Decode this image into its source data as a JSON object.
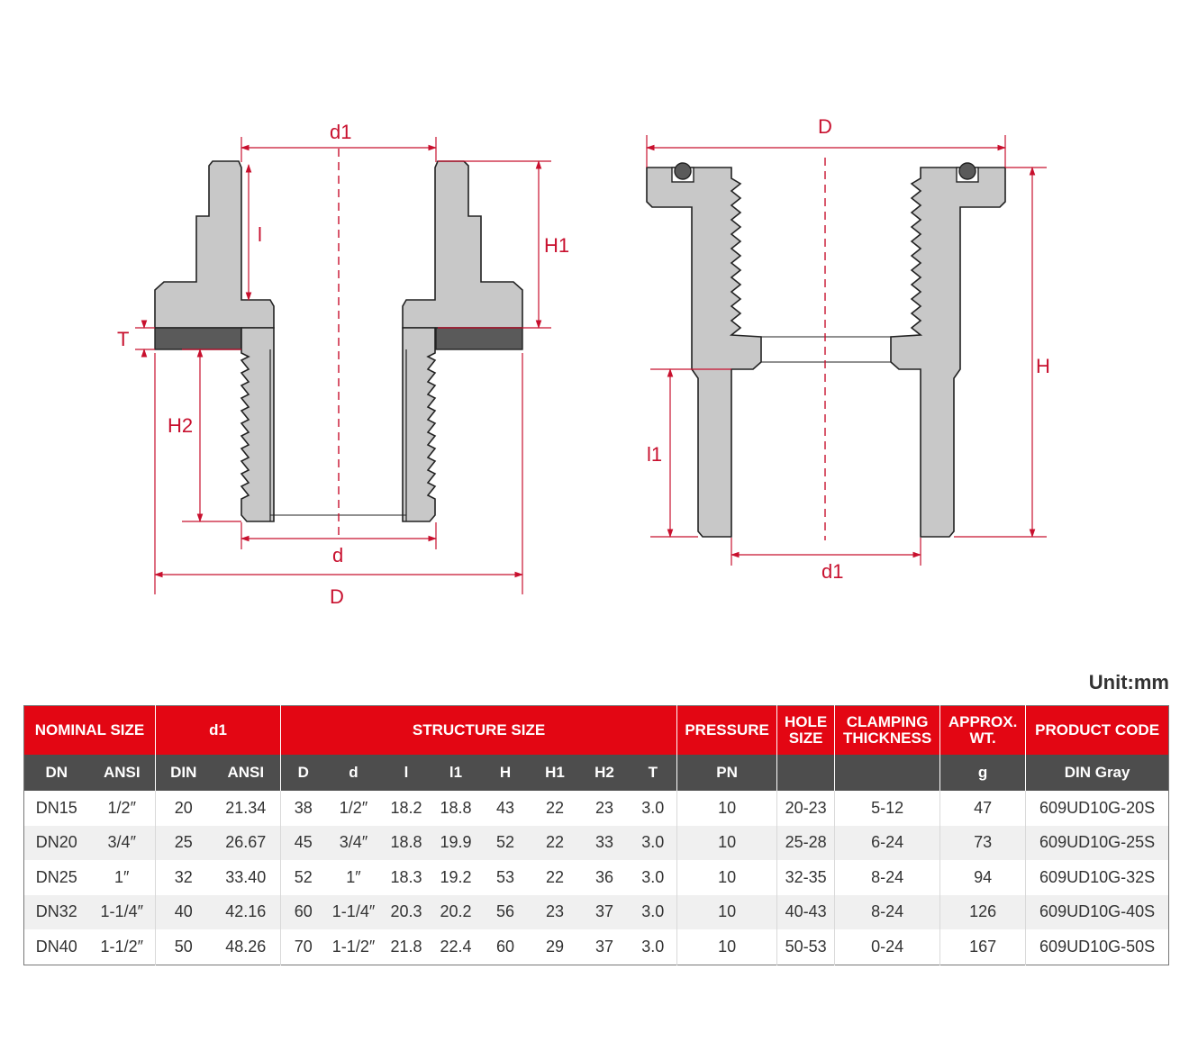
{
  "colors": {
    "accent": "#e30613",
    "dimension": "#c8102e",
    "header_gray": "#4d4d4d",
    "part_fill": "#c8c8c8",
    "gasket": "#5a5a5a"
  },
  "diagram": {
    "left_view": {
      "labels": {
        "d1": "d1",
        "l": "l",
        "H1": "H1",
        "T": "T",
        "H2": "H2",
        "d": "d",
        "D": "D"
      }
    },
    "right_view": {
      "labels": {
        "D": "D",
        "H": "H",
        "l1": "l1",
        "d1": "d1"
      }
    }
  },
  "unit": "Unit:mm",
  "table": {
    "group_headers": {
      "nominal": "NOMINAL SIZE",
      "d1": "d1",
      "structure": "STRUCTURE SIZE",
      "pressure": "PRESSURE",
      "hole": "HOLE SIZE",
      "clamping": "CLAMPING THICKNESS",
      "weight": "APPROX. WT.",
      "code": "PRODUCT CODE"
    },
    "sub_headers": [
      "DN",
      "ANSI",
      "DIN",
      "ANSI",
      "D",
      "d",
      "l",
      "l1",
      "H",
      "H1",
      "H2",
      "T",
      "PN",
      "",
      "",
      "g",
      "DIN Gray"
    ],
    "rows": [
      [
        "DN15",
        "1/2″",
        "20",
        "21.34",
        "38",
        "1/2″",
        "18.2",
        "18.8",
        "43",
        "22",
        "23",
        "3.0",
        "10",
        "20-23",
        "5-12",
        "47",
        "609UD10G-20S"
      ],
      [
        "DN20",
        "3/4″",
        "25",
        "26.67",
        "45",
        "3/4″",
        "18.8",
        "19.9",
        "52",
        "22",
        "33",
        "3.0",
        "10",
        "25-28",
        "6-24",
        "73",
        "609UD10G-25S"
      ],
      [
        "DN25",
        "1″",
        "32",
        "33.40",
        "52",
        "1″",
        "18.3",
        "19.2",
        "53",
        "22",
        "36",
        "3.0",
        "10",
        "32-35",
        "8-24",
        "94",
        "609UD10G-32S"
      ],
      [
        "DN32",
        "1-1/4″",
        "40",
        "42.16",
        "60",
        "1-1/4″",
        "20.3",
        "20.2",
        "56",
        "23",
        "37",
        "3.0",
        "10",
        "40-43",
        "8-24",
        "126",
        "609UD10G-40S"
      ],
      [
        "DN40",
        "1-1/2″",
        "50",
        "48.26",
        "70",
        "1-1/2″",
        "21.8",
        "22.4",
        "60",
        "29",
        "37",
        "3.0",
        "10",
        "50-53",
        "0-24",
        "167",
        "609UD10G-50S"
      ]
    ]
  }
}
